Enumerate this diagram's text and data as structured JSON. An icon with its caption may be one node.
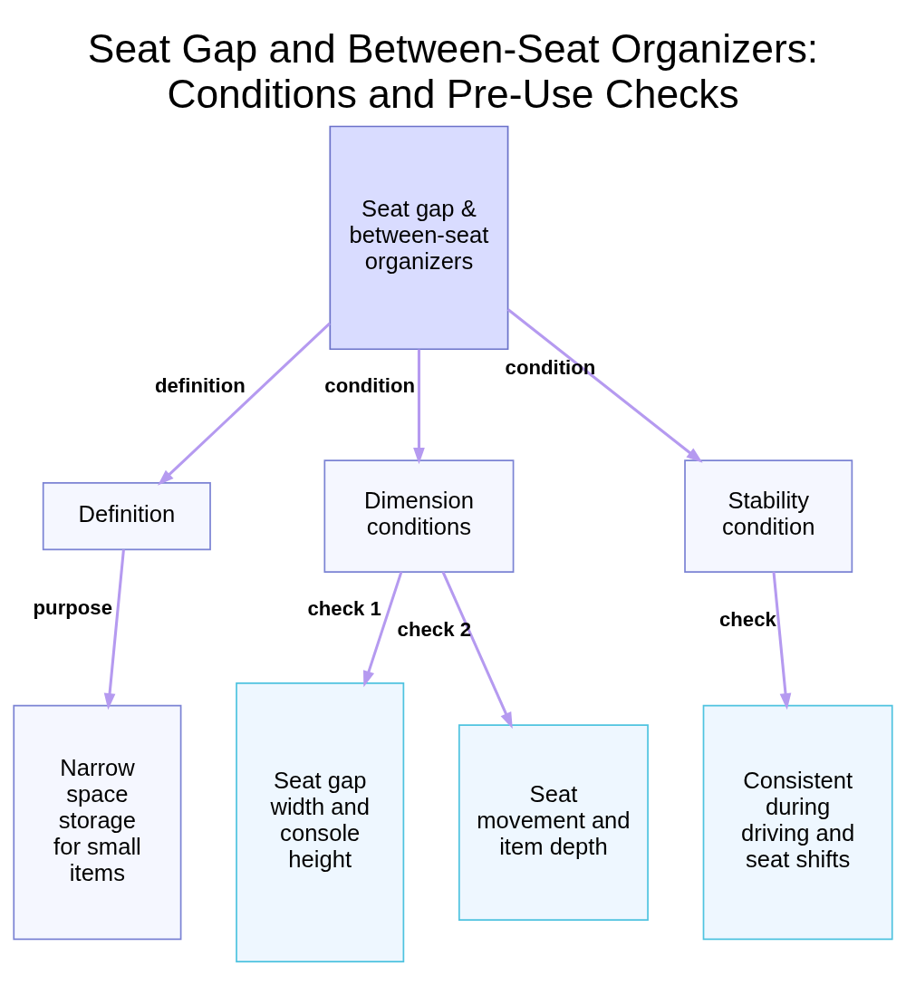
{
  "diagram": {
    "title": "Seat Gap and Between-Seat Organizers: Conditions and Pre-Use Checks",
    "nodes": [
      {
        "text": [
          "Seat gap & between-seat organizers"
        ]
      },
      {
        "text": [
          "Definition"
        ]
      },
      {
        "text": [
          "Dimension conditions"
        ]
      },
      {
        "text": [
          "Stability condition"
        ]
      },
      {
        "text": [
          "Narrow space storage for small items"
        ]
      },
      {
        "text": [
          "Seat gap width and console height"
        ]
      },
      {
        "text": [
          "Seat movement and item depth"
        ]
      },
      {
        "text": [
          "Consistent during driving and seat shifts"
        ]
      }
    ],
    "edges": [
      {
        "from": 0,
        "to": 1,
        "arrow": "to",
        "label": "definition"
      },
      {
        "from": 0,
        "to": 2,
        "arrow": "to",
        "label": "condition"
      },
      {
        "from": 0,
        "to": 3,
        "arrow": "to",
        "label": "condition"
      },
      {
        "from": 1,
        "to": 4,
        "arrow": "to",
        "label": "purpose"
      },
      {
        "from": 2,
        "to": 5,
        "arrow": "to",
        "label": "check 1"
      },
      {
        "from": 2,
        "to": 6,
        "arrow": "to",
        "label": "check 2"
      },
      {
        "from": 3,
        "to": 7,
        "arrow": "to",
        "label": "check"
      }
    ]
  }
}
